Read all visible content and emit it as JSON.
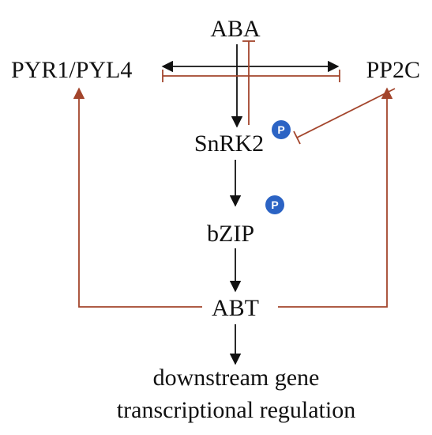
{
  "nodes": {
    "aba": "ABA",
    "pyr": "PYR1/PYL4",
    "pp2c": "PP2C",
    "snrk2": "SnRK2",
    "bzip": "bZIP",
    "abt": "ABT",
    "downstream_line1": "downstream gene",
    "downstream_line2": "transcriptional regulation"
  },
  "phospho": {
    "label": "P"
  },
  "colors": {
    "activation": "#111111",
    "regulation": "#a3452c",
    "phospho_fill": "#2b63c4"
  }
}
